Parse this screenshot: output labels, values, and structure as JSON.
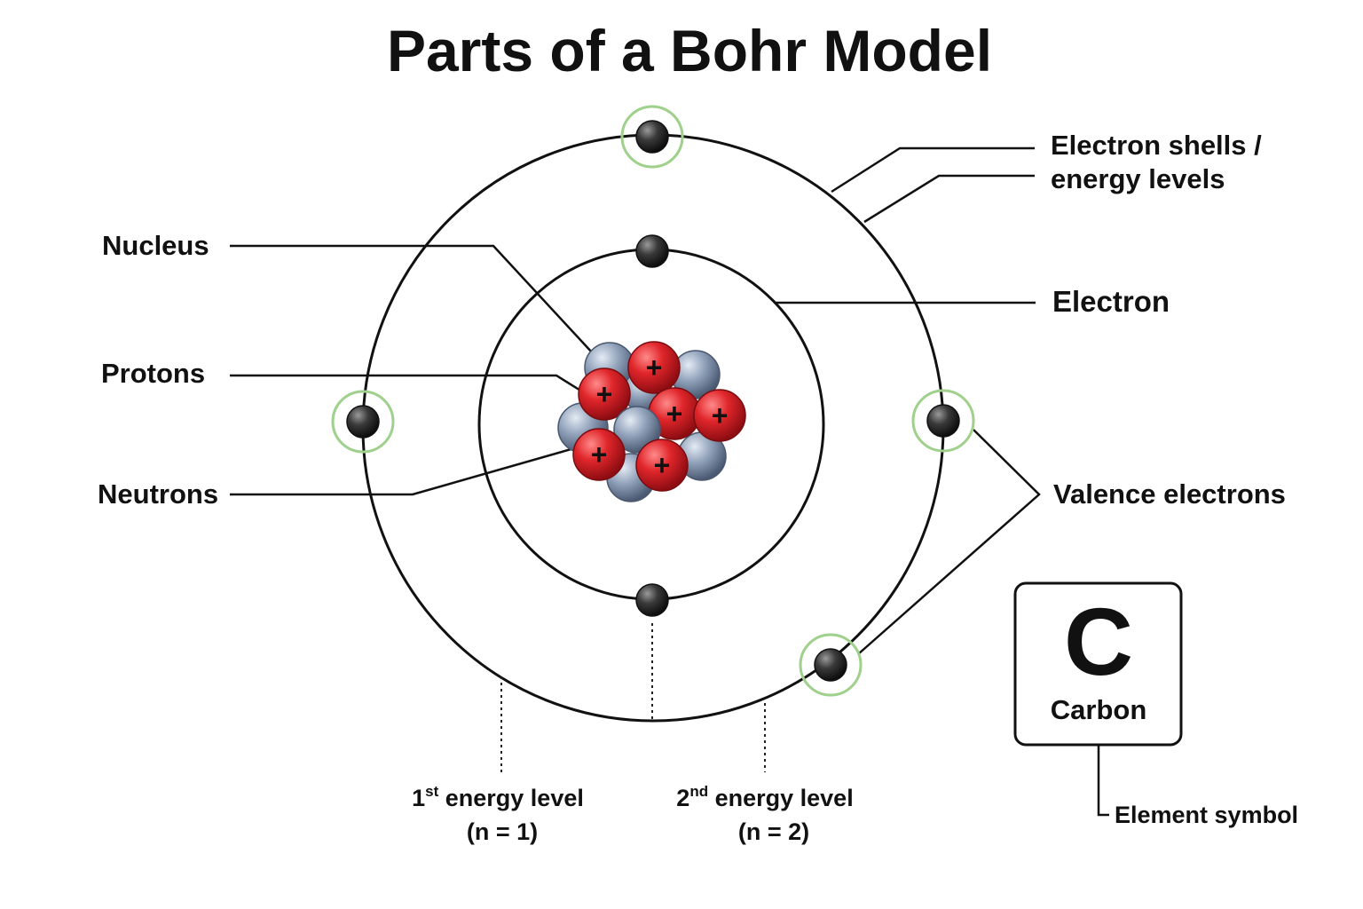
{
  "title": "Parts of a Bohr Model",
  "labels": {
    "nucleus": "Nucleus",
    "protons": "Protons",
    "neutrons": "Neutrons",
    "shells_line1": "Electron shells /",
    "shells_line2": "energy levels",
    "electron": "Electron",
    "valence": "Valence electrons",
    "element_symbol_label": "Element symbol"
  },
  "energy_levels": [
    {
      "num": "1",
      "suffix": "st",
      "text": " energy level",
      "n_text": "(n = 1)"
    },
    {
      "num": "2",
      "suffix": "nd",
      "text": " energy level",
      "n_text": "(n = 2)"
    }
  ],
  "element": {
    "symbol": "C",
    "name": "Carbon"
  },
  "proton_sign": "+",
  "colors": {
    "proton": "#d8262b",
    "neutron": "#8a9bb3",
    "electron": "#333333",
    "valence_halo": "#9fd08c",
    "line": "#111111"
  },
  "icons": [
    "atom-nucleus",
    "electron-dot",
    "valence-halo",
    "element-card"
  ]
}
